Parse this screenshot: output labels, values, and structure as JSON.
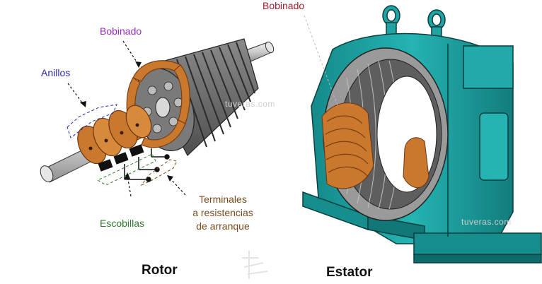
{
  "labels": {
    "bobinado_rotor": "Bobinado",
    "anillos": "Anillos",
    "escobillas": "Escobillas",
    "terminales_line1": "Terminales",
    "terminales_line2": "a resistencias",
    "terminales_line3": "de arranque",
    "bobinado_estator": "Bobinado"
  },
  "captions": {
    "rotor": "Rotor",
    "estator": "Estator"
  },
  "watermarks": {
    "rotor": "tuveras.com",
    "estator": "tuveras.com"
  },
  "colors": {
    "bobinado": "#9a2fc0",
    "anillos": "#2a2aa8",
    "escobillas": "#2f7d2f",
    "terminales": "#7a4b1e",
    "bobinado_estator": "#a01e2e",
    "copper": "#c9782d",
    "core": "#6d6d6d",
    "frame": "#1fa3a3"
  }
}
